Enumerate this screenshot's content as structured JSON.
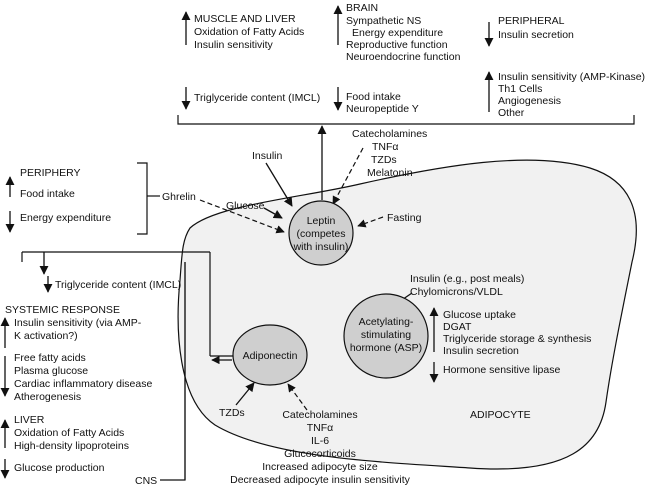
{
  "top": {
    "muscle_liver": {
      "title": "MUSCLE AND LIVER",
      "lines": [
        "Oxidation of Fatty Acids",
        "Insulin sensitivity"
      ],
      "down": "Triglyceride content (IMCL)"
    },
    "brain": {
      "title": "BRAIN",
      "lines": [
        "Sympathetic NS",
        "Energy expenditure",
        "Reproductive function",
        "Neuroendocrine function"
      ],
      "down": [
        "Food intake",
        "Neuropeptide Y"
      ]
    },
    "peripheral": {
      "title": "PERIPHERAL",
      "down": "Insulin secretion",
      "up": [
        "Insulin sensitivity (AMP-Kinase)",
        "Th1 Cells",
        "Angiogenesis",
        "Other"
      ]
    }
  },
  "leptin_inputs": {
    "insulin": "Insulin",
    "glucose": "Glucose",
    "fasting": "Fasting",
    "top_right": [
      "Catecholamines",
      "TNFα",
      "TZDs",
      "Melatonin"
    ]
  },
  "leptin": {
    "lines": [
      "Leptin",
      "(competes",
      "with insulin)"
    ]
  },
  "periphery": {
    "title": "PERIPHERY",
    "up": "Food intake",
    "down": "Energy expenditure",
    "ghrelin": "Ghrelin"
  },
  "asp": {
    "lines": [
      "Acetylating-",
      "stimulating",
      "hormone (ASP)"
    ],
    "inputs": [
      "Insulin (e.g., post meals)",
      "Chylomicrons/VLDL"
    ],
    "up": [
      "Glucose uptake",
      "DGAT",
      "Triglyceride storage & synthesis",
      "Insulin secretion"
    ],
    "down": "Hormone sensitive lipase"
  },
  "adiponectin": {
    "label": "Adiponectin",
    "tzds": "TZDs",
    "inhibitors": [
      "Catecholamines",
      "TNFα",
      "IL-6",
      "Glucocorticoids",
      "Increased adipocyte size",
      "Decreased adipocyte insulin sensitivity"
    ]
  },
  "adipocyte_label": "ADIPOCYTE",
  "left": {
    "trig": "Triglyceride content (IMCL)",
    "systemic_title": "SYSTEMIC RESPONSE",
    "systemic_up": [
      "Insulin sensitivity (via AMP-",
      "K activation?)"
    ],
    "systemic_down": [
      "Free fatty acids",
      "Plasma glucose",
      "Cardiac inflammatory disease",
      "Atherogenesis"
    ],
    "liver_title": "LIVER",
    "liver_up": [
      "Oxidation of Fatty Acids",
      "High-density lipoproteins"
    ],
    "liver_down": "Glucose production",
    "cns": "CNS"
  }
}
